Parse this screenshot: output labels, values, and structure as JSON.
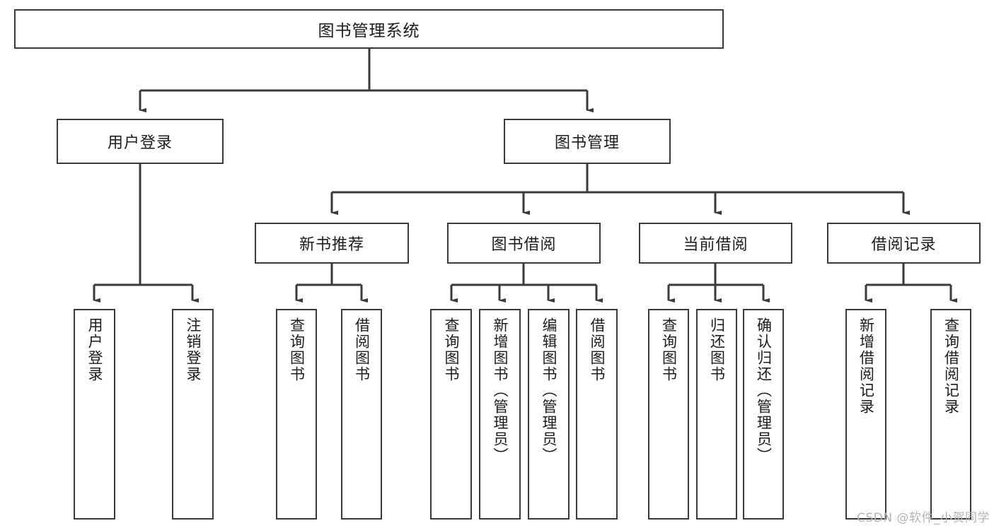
{
  "diagram": {
    "title": "图书管理系统",
    "watermark": "CSDN @软件_小贺同学",
    "stroke_color": "#3a3a3a",
    "text_color": "#1c1c1c",
    "background_color": "#ffffff",
    "watermark_color": "#b4b4b4"
  },
  "root": {
    "label": "图书管理系统"
  },
  "level2": [
    {
      "label": "用户登录"
    },
    {
      "label": "图书管理"
    }
  ],
  "level3": [
    {
      "label": "新书推荐"
    },
    {
      "label": "图书借阅"
    },
    {
      "label": "当前借阅"
    },
    {
      "label": "借阅记录"
    }
  ],
  "leaves": {
    "user_login": [
      {
        "label": "用户登录"
      },
      {
        "label": "注销登录"
      }
    ],
    "new_book": [
      {
        "label": "查询图书"
      },
      {
        "label": "借阅图书"
      }
    ],
    "book_borrow": [
      {
        "label": "查询图书"
      },
      {
        "label": "新增图书（管理员）"
      },
      {
        "label": "编辑图书（管理员）"
      },
      {
        "label": "借阅图书"
      }
    ],
    "current_borrow": [
      {
        "label": "查询图书"
      },
      {
        "label": "归还图书"
      },
      {
        "label": "确认归还（管理员）"
      }
    ],
    "borrow_record": [
      {
        "label": "新增借阅记录"
      },
      {
        "label": "查询借阅记录"
      }
    ]
  }
}
